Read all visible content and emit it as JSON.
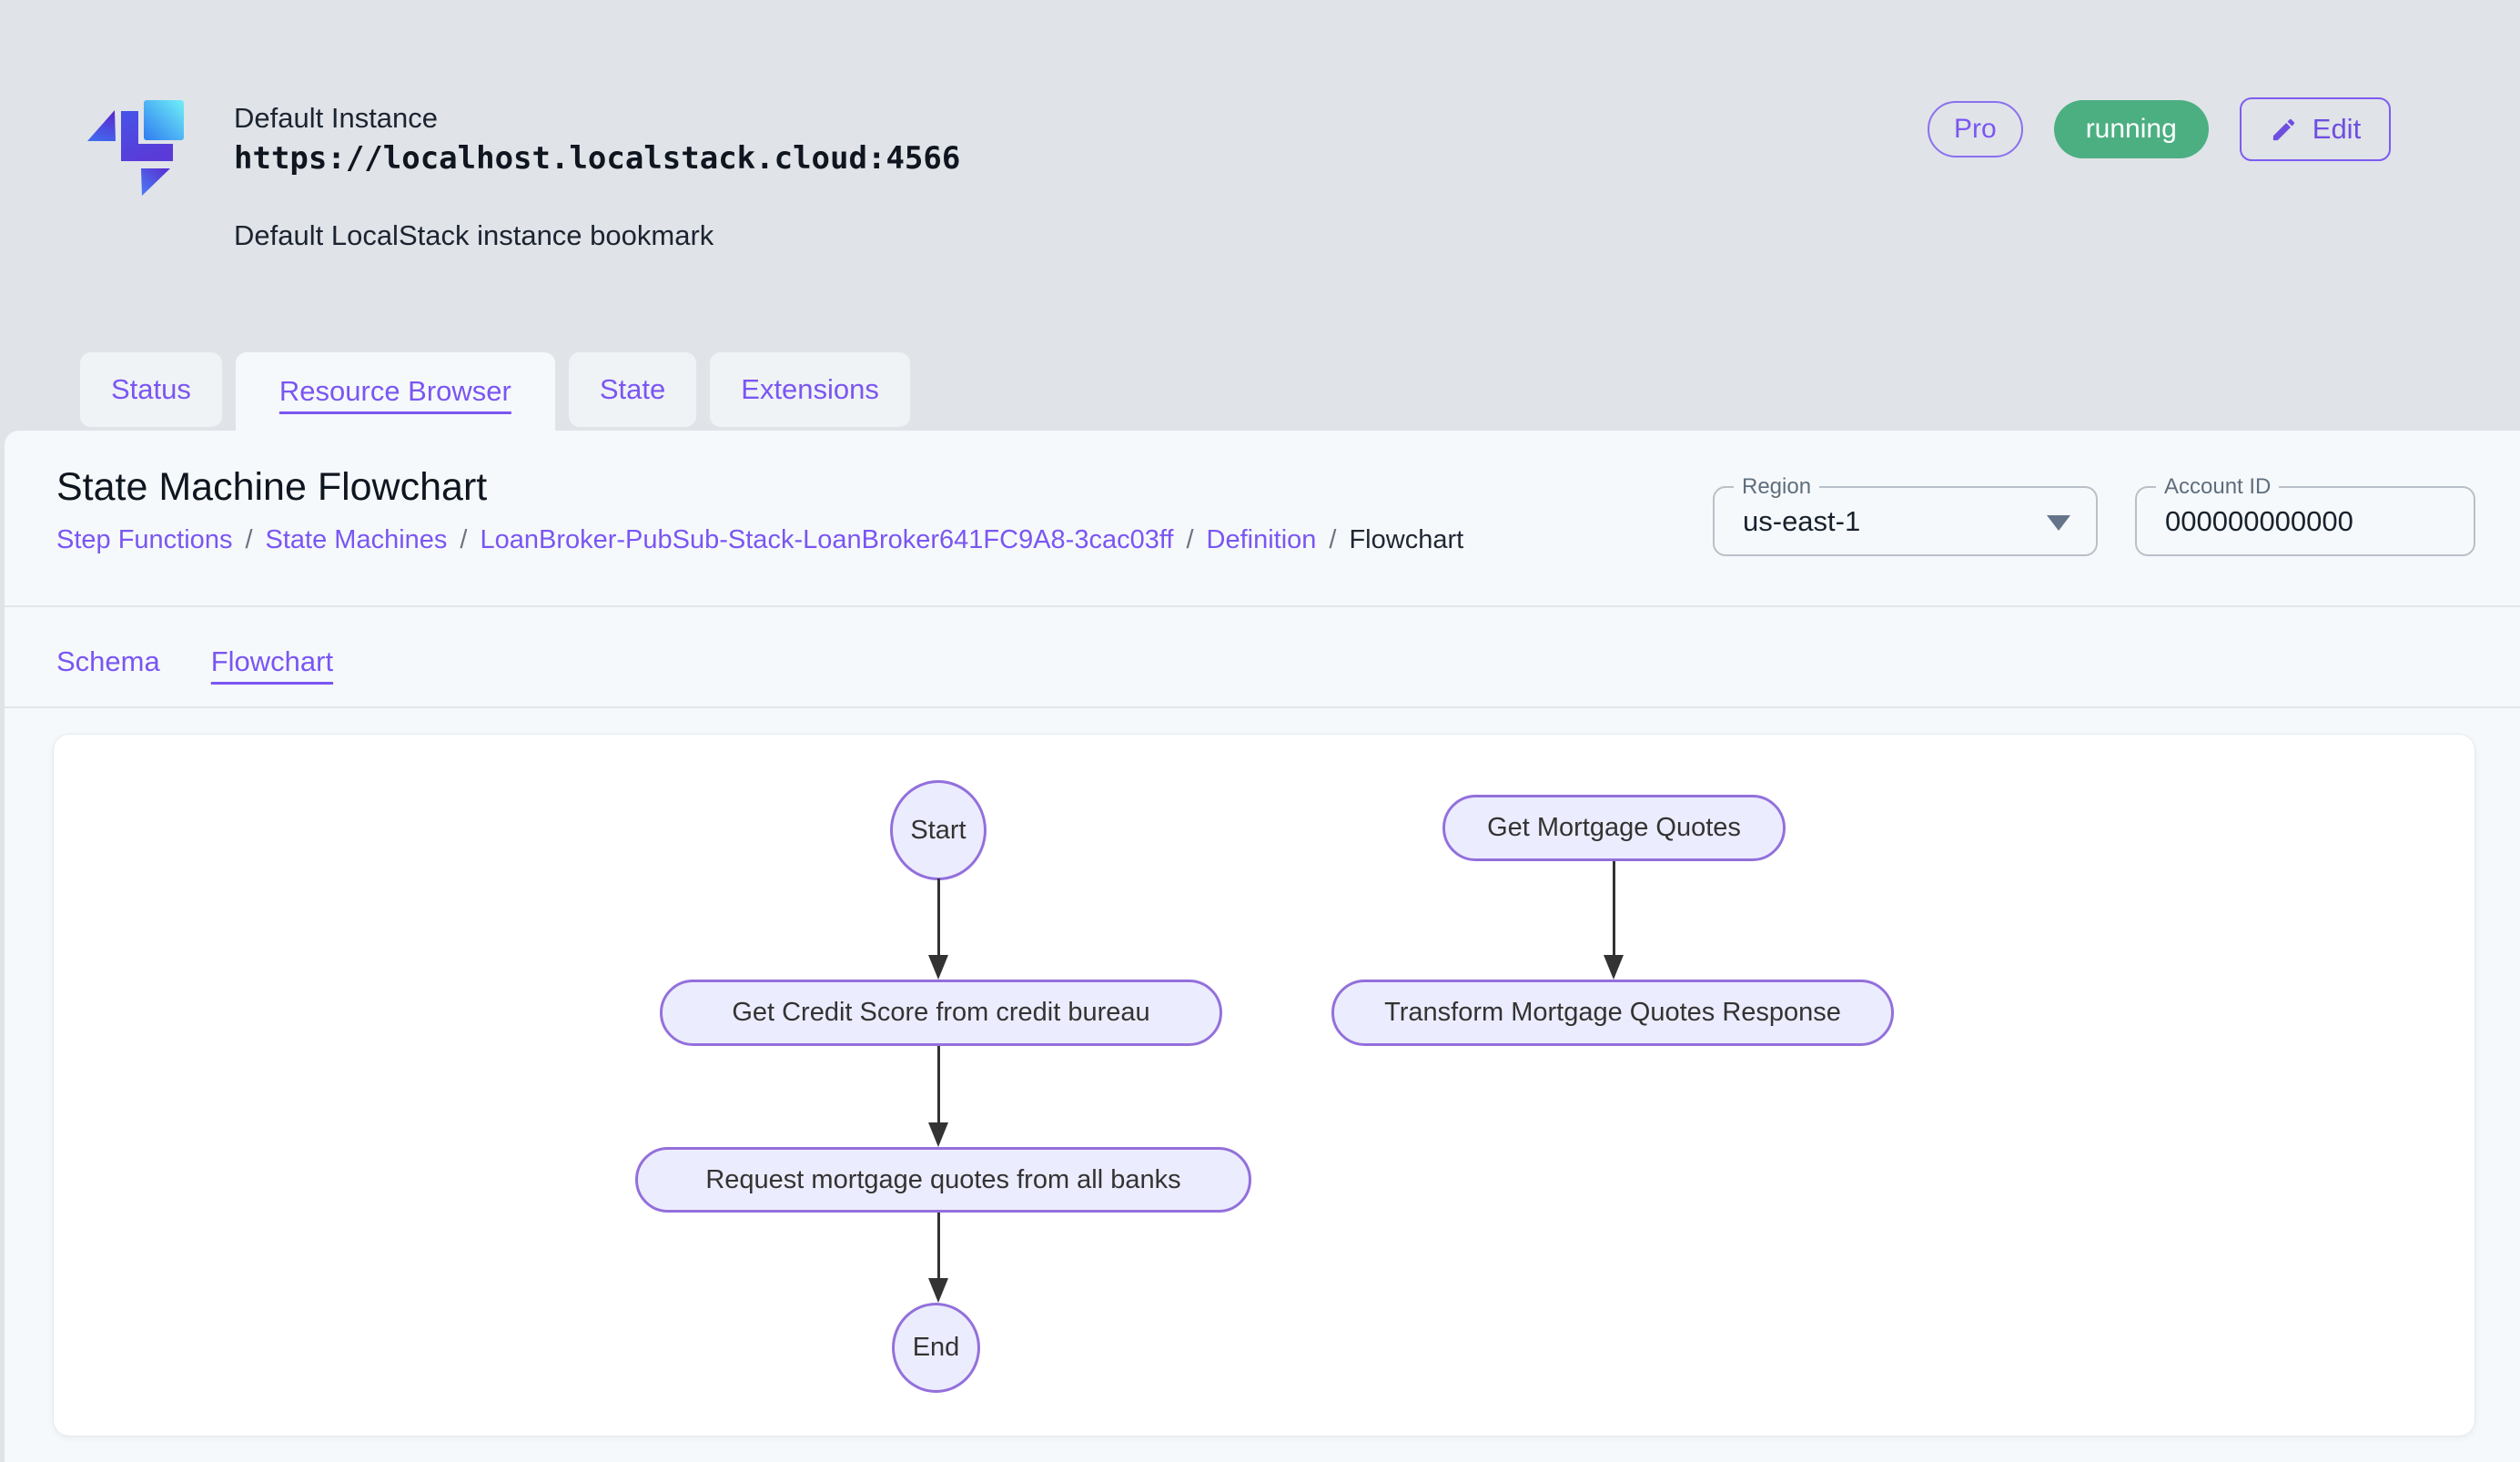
{
  "header": {
    "instance_name": "Default Instance",
    "instance_url": "https://localhost.localstack.cloud:4566",
    "instance_description": "Default LocalStack instance bookmark",
    "pro_badge": "Pro",
    "status_badge": "running",
    "edit_label": "Edit"
  },
  "tabs": [
    {
      "label": "Status",
      "active": false
    },
    {
      "label": "Resource Browser",
      "active": true
    },
    {
      "label": "State",
      "active": false
    },
    {
      "label": "Extensions",
      "active": false
    }
  ],
  "page": {
    "title": "State Machine Flowchart",
    "separator": "/",
    "breadcrumb": [
      {
        "label": "Step Functions",
        "type": "link"
      },
      {
        "label": "State Machines",
        "type": "link"
      },
      {
        "label": "LoanBroker-PubSub-Stack-LoanBroker641FC9A8-3cac03ff",
        "type": "link"
      },
      {
        "label": "Definition",
        "type": "link"
      },
      {
        "label": "Flowchart",
        "type": "current"
      }
    ]
  },
  "toolbar": {
    "region_label": "Region",
    "region_value": "us-east-1",
    "account_label": "Account ID",
    "account_value": "000000000000"
  },
  "subtabs": [
    {
      "label": "Schema",
      "active": false
    },
    {
      "label": "Flowchart",
      "active": true
    }
  ],
  "flowchart": {
    "nodes": [
      {
        "id": "start",
        "shape": "ellipse",
        "label": "Start"
      },
      {
        "id": "get-mortgage-quotes",
        "shape": "stadium",
        "label": "Get Mortgage Quotes"
      },
      {
        "id": "get-credit-score",
        "shape": "stadium",
        "label": "Get Credit Score from credit bureau"
      },
      {
        "id": "transform-mortgage-quotes-response",
        "shape": "stadium",
        "label": "Transform Mortgage Quotes Response"
      },
      {
        "id": "request-mortgage-quotes",
        "shape": "stadium",
        "label": "Request mortgage quotes from all banks"
      },
      {
        "id": "end",
        "shape": "ellipse",
        "label": "End"
      }
    ],
    "edges": [
      {
        "from": "start",
        "to": "get-credit-score"
      },
      {
        "from": "get-credit-score",
        "to": "request-mortgage-quotes"
      },
      {
        "from": "request-mortgage-quotes",
        "to": "end"
      },
      {
        "from": "get-mortgage-quotes",
        "to": "transform-mortgage-quotes-response"
      }
    ],
    "node_fill": "#ececff",
    "node_stroke": "#9370db",
    "edge_color": "#333333"
  },
  "colors": {
    "accent_purple": "#7a56f2",
    "status_green": "#4caf82",
    "page_background": "#e0e3e8",
    "panel_background": "#f6f9fb"
  }
}
